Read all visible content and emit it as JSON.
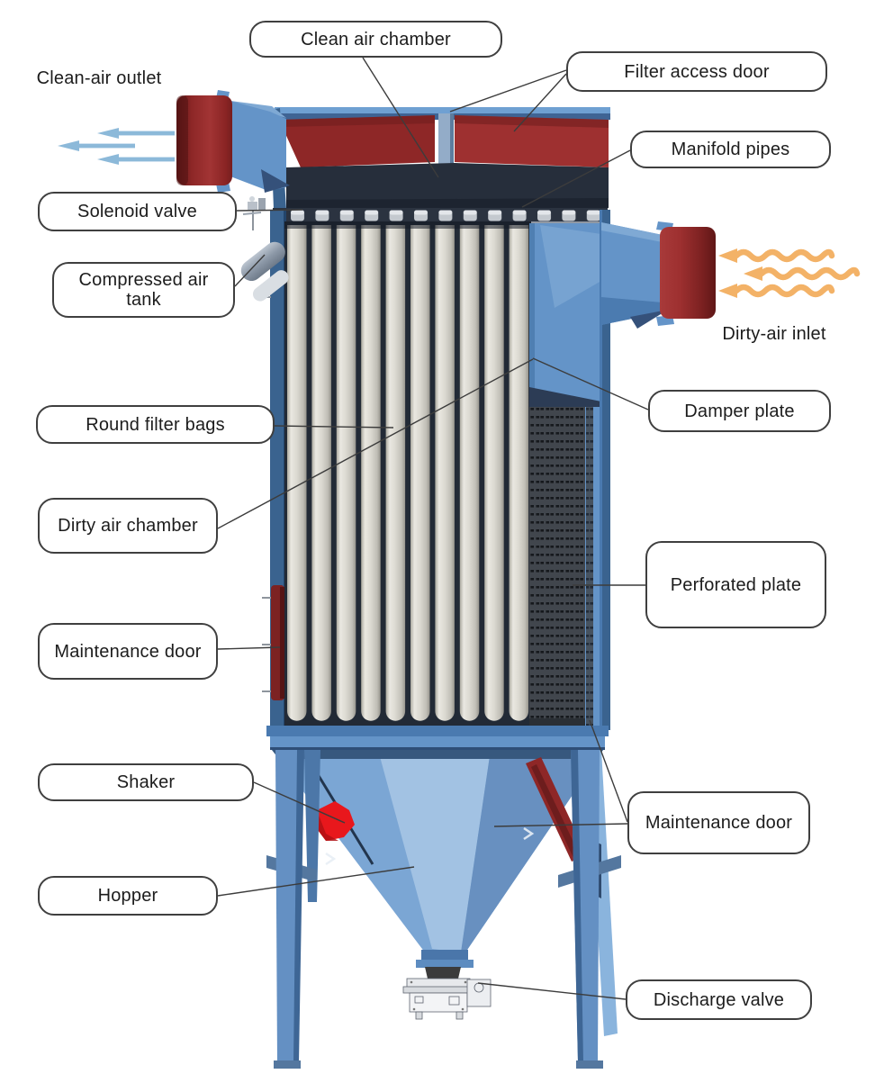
{
  "figure": {
    "callouts": [
      {
        "id": "clean-air-chamber",
        "text": "Clean air chamber"
      },
      {
        "id": "filter-access-door",
        "text": "Filter access door"
      },
      {
        "id": "manifold-pipes",
        "text": "Manifold pipes"
      },
      {
        "id": "solenoid-valve",
        "text": "Solenoid valve"
      },
      {
        "id": "compressed-air-tank",
        "text": "Compressed air tank"
      },
      {
        "id": "round-filter-bags",
        "text": "Round filter bags"
      },
      {
        "id": "damper-plate",
        "text": "Damper plate"
      },
      {
        "id": "dirty-air-chamber",
        "text": "Dirty air chamber"
      },
      {
        "id": "perforated-plate",
        "text": "Perforated plate"
      },
      {
        "id": "maintenance-door-left",
        "text": "Maintenance door"
      },
      {
        "id": "shaker",
        "text": "Shaker"
      },
      {
        "id": "maintenance-door-right",
        "text": "Maintenance door"
      },
      {
        "id": "hopper",
        "text": "Hopper"
      },
      {
        "id": "discharge-valve",
        "text": "Discharge valve"
      }
    ],
    "flow_labels": [
      {
        "id": "clean-air-outlet",
        "text": "Clean-air outlet"
      },
      {
        "id": "dirty-air-inlet",
        "text": "Dirty-air inlet"
      }
    ],
    "icons": [
      {
        "name": "clean-air-flow-arrows-icon",
        "glyph": "three straight arrows pointing left"
      },
      {
        "name": "dirty-air-flow-arrows-icon",
        "glyph": "three wavy arrows pointing left"
      }
    ],
    "colors": {
      "page_bg": "#ffffff",
      "line": "#3c3c3c",
      "label_border": "#3f3f3f",
      "label_bg": "#ffffff",
      "label_text": "#1c1c1c",
      "body_blue": "#6494C8",
      "body_blue_dark": "#3A638F",
      "body_blue_light": "#9FC0E2",
      "chamber_navy": "#262E3B",
      "door_red": "#8E2727",
      "door_red_bright": "#9E3030",
      "shaker_red": "#E8171C",
      "bag_gray": "#DBD9D1",
      "perforated_gray": "#41464D",
      "steel_gray": "#8D99A8",
      "inlet_arrow_orange": "#F3B267",
      "outlet_arrow_blue": "#8CB9D9"
    }
  }
}
